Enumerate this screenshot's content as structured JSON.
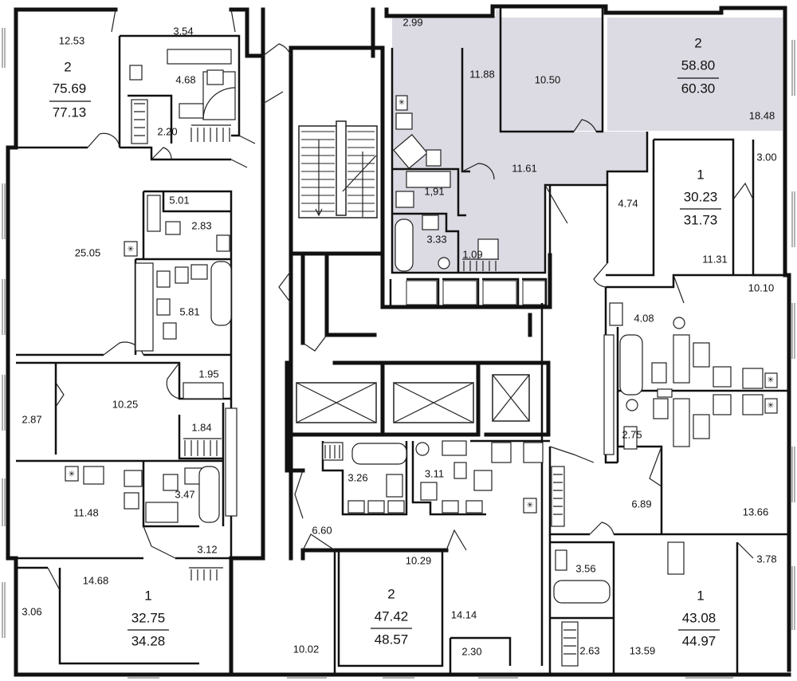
{
  "highlight_color": "#dcdae3",
  "rooms": [
    {
      "id": "r1",
      "label": "12.53"
    },
    {
      "id": "r2",
      "label": "3.54"
    },
    {
      "id": "r3",
      "label": "4.68"
    },
    {
      "id": "r4",
      "label": "2.20"
    },
    {
      "id": "r5",
      "label": "25.05"
    },
    {
      "id": "r6",
      "label": "5.01"
    },
    {
      "id": "r7",
      "label": "2.83"
    },
    {
      "id": "r8",
      "label": "5.81"
    },
    {
      "id": "r9",
      "label": "1.95"
    },
    {
      "id": "r10",
      "label": "2.87"
    },
    {
      "id": "r11",
      "label": "10.25"
    },
    {
      "id": "r12",
      "label": "1.84"
    },
    {
      "id": "r13",
      "label": "11.48"
    },
    {
      "id": "r14",
      "label": "3.47"
    },
    {
      "id": "r15",
      "label": "3.12"
    },
    {
      "id": "r16",
      "label": "14.68"
    },
    {
      "id": "r17",
      "label": "3.06"
    },
    {
      "id": "r18",
      "label": "2.99"
    },
    {
      "id": "r19",
      "label": "11.88"
    },
    {
      "id": "r20",
      "label": "10.50"
    },
    {
      "id": "r21",
      "label": "18.48"
    },
    {
      "id": "r22",
      "label": "11.61"
    },
    {
      "id": "r23",
      "label": "1,91"
    },
    {
      "id": "r24",
      "label": "3.33"
    },
    {
      "id": "r25",
      "label": "1.09"
    },
    {
      "id": "r26",
      "label": "4.74"
    },
    {
      "id": "r27",
      "label": "3.00"
    },
    {
      "id": "r28",
      "label": "11.31"
    },
    {
      "id": "r29",
      "label": "10.10"
    },
    {
      "id": "r30",
      "label": "4.08"
    },
    {
      "id": "r31",
      "label": "2.75"
    },
    {
      "id": "r32",
      "label": "6.89"
    },
    {
      "id": "r33",
      "label": "13.66"
    },
    {
      "id": "r34",
      "label": "3.26"
    },
    {
      "id": "r35",
      "label": "3.11"
    },
    {
      "id": "r36",
      "label": "6.60"
    },
    {
      "id": "r37",
      "label": "10.29"
    },
    {
      "id": "r38",
      "label": "14.14"
    },
    {
      "id": "r39",
      "label": "10.02"
    },
    {
      "id": "r40",
      "label": "2.30"
    },
    {
      "id": "r41",
      "label": "3.56"
    },
    {
      "id": "r42",
      "label": "2.63"
    },
    {
      "id": "r43",
      "label": "13.59"
    },
    {
      "id": "r44",
      "label": "3.78"
    }
  ],
  "apartments": [
    {
      "id": "a1",
      "rooms": "2",
      "living": "75.69",
      "total": "77.13"
    },
    {
      "id": "a2",
      "rooms": "2",
      "living": "58.80",
      "total": "60.30"
    },
    {
      "id": "a3",
      "rooms": "1",
      "living": "30.23",
      "total": "31.73"
    },
    {
      "id": "a4",
      "rooms": "1",
      "living": "32.75",
      "total": "34.28"
    },
    {
      "id": "a5",
      "rooms": "2",
      "living": "47.42",
      "total": "48.57"
    },
    {
      "id": "a6",
      "rooms": "1",
      "living": "43.08",
      "total": "44.97"
    }
  ]
}
